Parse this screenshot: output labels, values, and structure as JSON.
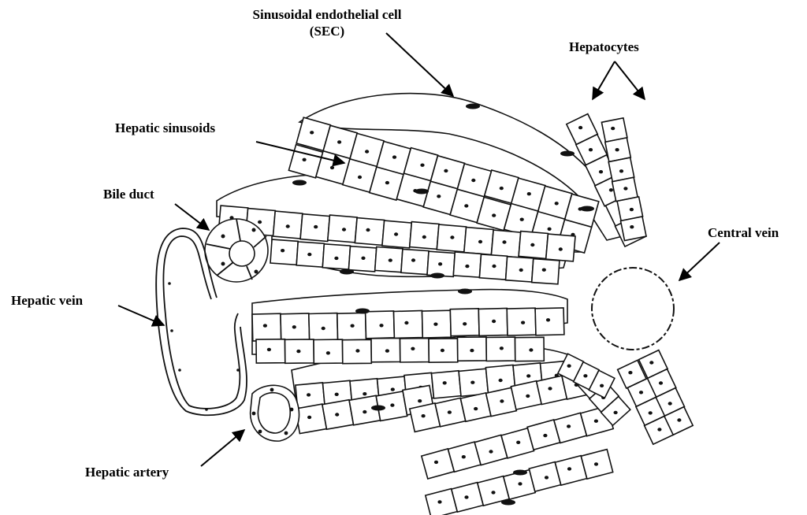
{
  "labels": {
    "sec_line1": "Sinusoidal endothelial cell",
    "sec_line2": "(SEC)",
    "hepatocytes": "Hepatocytes",
    "hepatic_sinusoids": "Hepatic sinusoids",
    "bile_duct": "Bile duct",
    "central_vein": "Central vein",
    "hepatic_vein": "Hepatic vein",
    "hepatic_artery": "Hepatic artery"
  },
  "colors": {
    "ink": "#111111",
    "background": "#ffffff"
  }
}
